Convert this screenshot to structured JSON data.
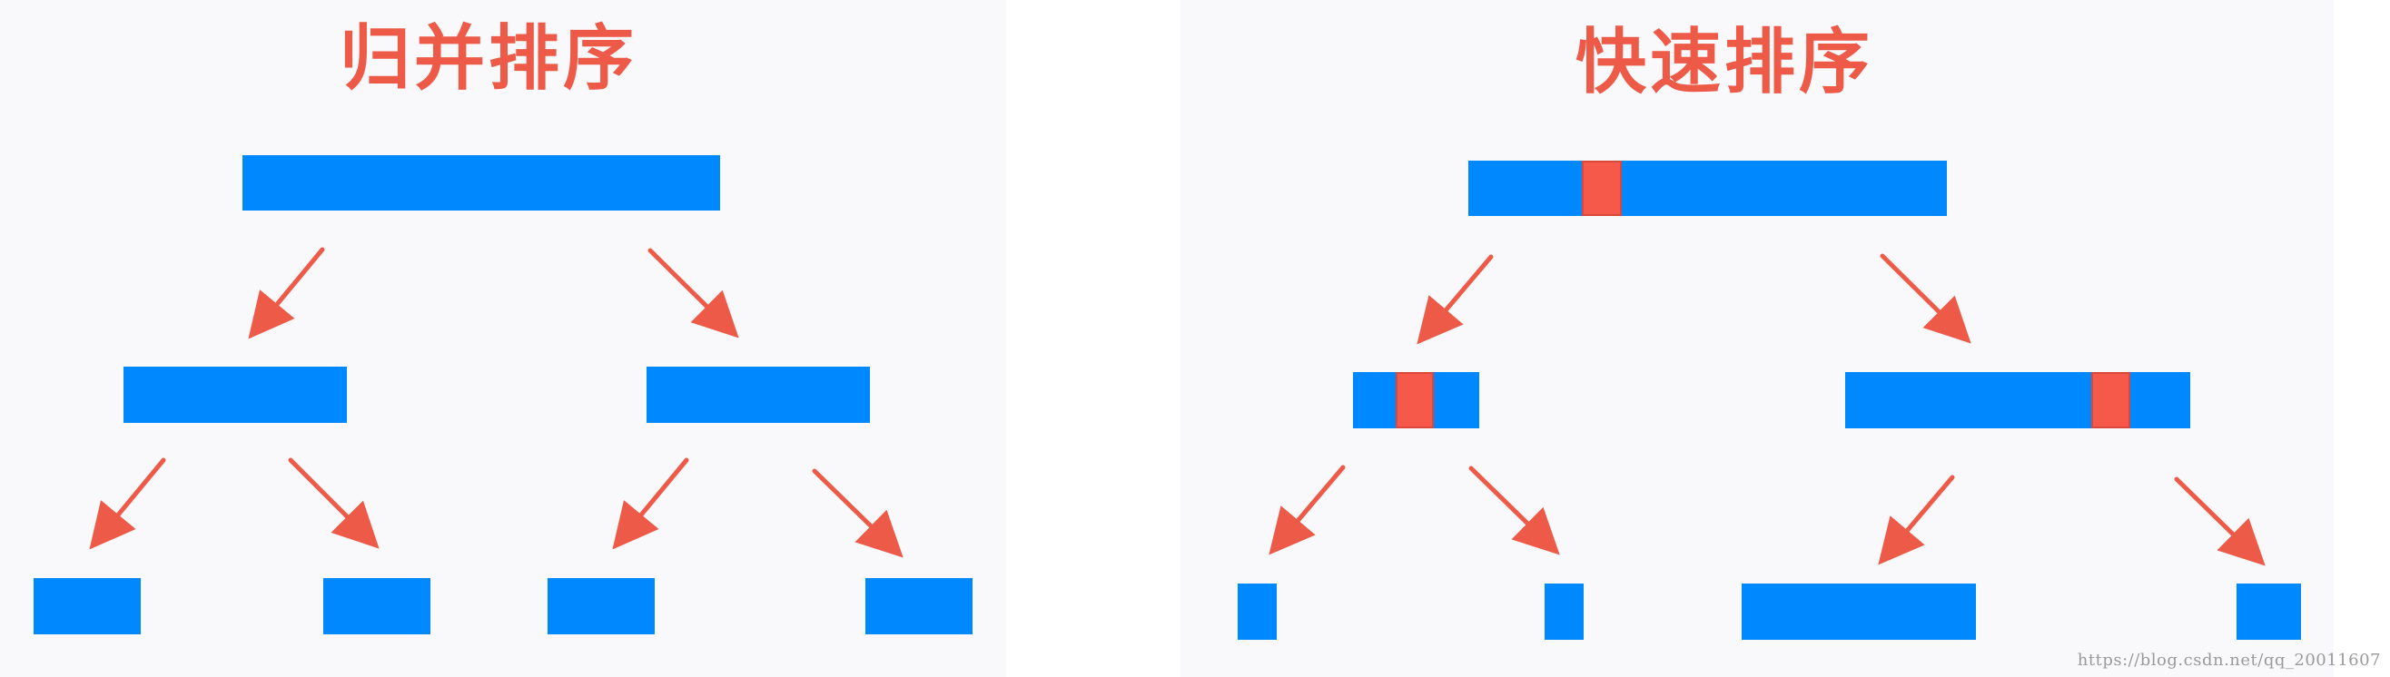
{
  "merge_sort": {
    "title": "归并排序"
  },
  "quick_sort": {
    "title": "快速排序"
  },
  "watermark": "https://blog.csdn.net/qq_20011607",
  "colors": {
    "block": "#0088ff",
    "pivot": "#f6584a",
    "arrow": "#ee5a48",
    "title": "#ee5a48"
  }
}
